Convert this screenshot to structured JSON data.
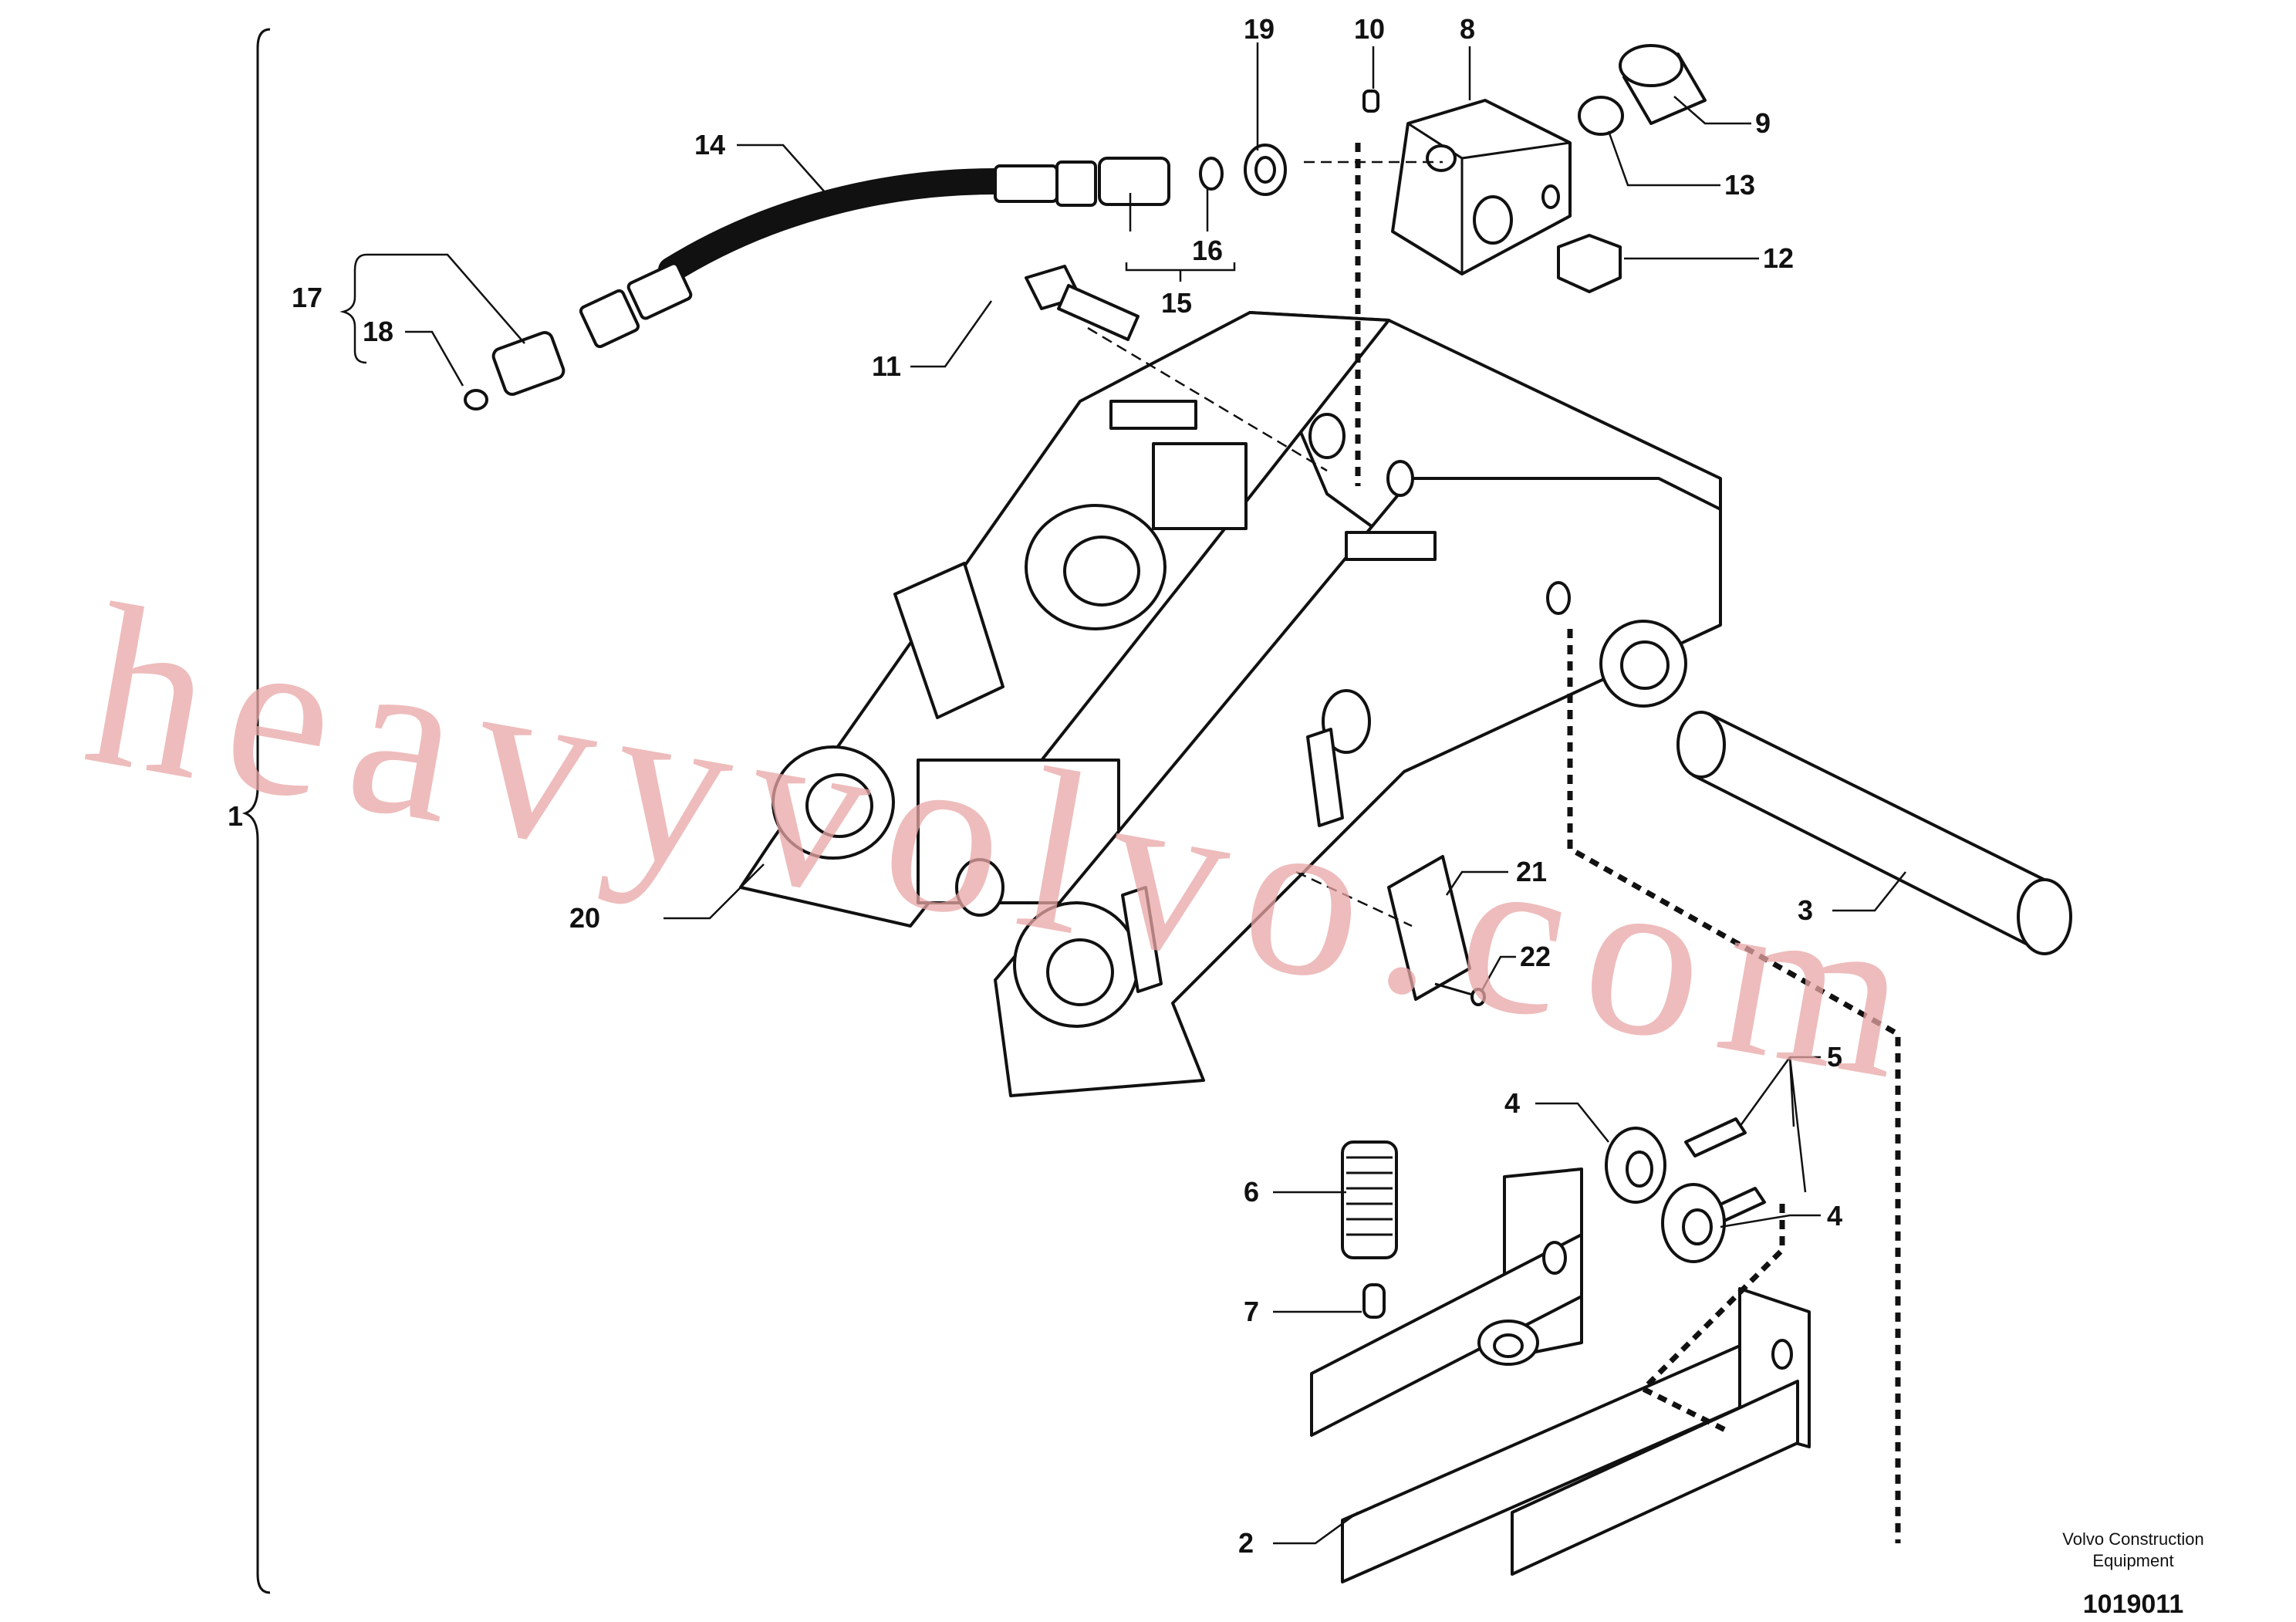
{
  "diagram": {
    "callouts": [
      "1",
      "2",
      "3",
      "4",
      "4",
      "5",
      "6",
      "7",
      "8",
      "9",
      "10",
      "11",
      "12",
      "13",
      "14",
      "15",
      "16",
      "17",
      "18",
      "19",
      "20",
      "21",
      "22"
    ],
    "footer": {
      "manufacturer_line1": "Volvo Construction",
      "manufacturer_line2": "Equipment",
      "document_number": "1019011"
    },
    "watermark": "heavyvolvo.com"
  }
}
